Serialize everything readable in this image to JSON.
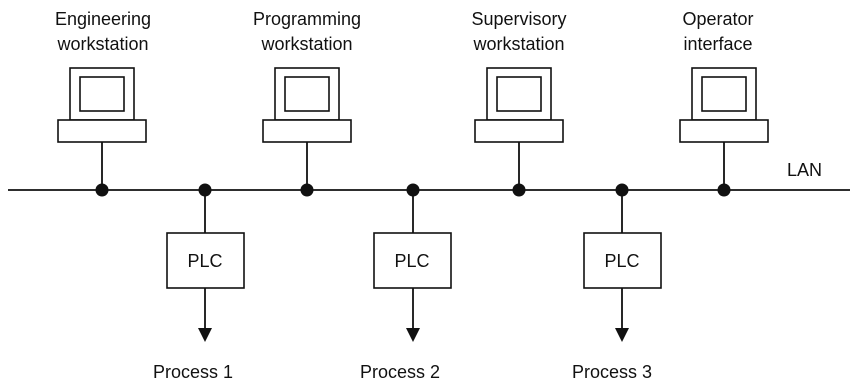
{
  "workstations": [
    {
      "id": "engineering",
      "line1": "Engineering",
      "line2": "workstation",
      "icon": "computer-icon"
    },
    {
      "id": "programming",
      "line1": "Programming",
      "line2": "workstation",
      "icon": "computer-icon"
    },
    {
      "id": "supervisory",
      "line1": "Supervisory",
      "line2": "workstation",
      "icon": "computer-icon"
    },
    {
      "id": "operator",
      "line1": "Operator",
      "line2": "interface",
      "icon": "computer-icon"
    }
  ],
  "network": {
    "label": "LAN"
  },
  "plcs": [
    {
      "id": "plc-1",
      "label": "PLC",
      "process": "Process 1"
    },
    {
      "id": "plc-2",
      "label": "PLC",
      "process": "Process 2"
    },
    {
      "id": "plc-3",
      "label": "PLC",
      "process": "Process 3"
    }
  ]
}
